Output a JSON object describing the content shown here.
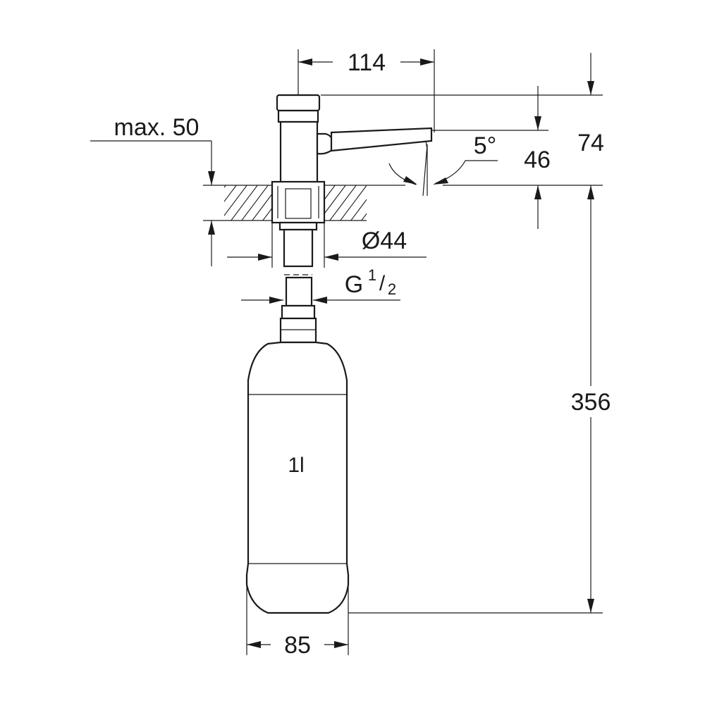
{
  "dimensions": {
    "spout_reach": "114",
    "max_thickness": "max. 50",
    "total_height_above": "74",
    "spout_height": "46",
    "spout_angle": "5°",
    "hole_diameter": "Ø44",
    "thread_main": "G",
    "thread_num": "1",
    "thread_slash": "/",
    "thread_den": "2",
    "below_counter": "356",
    "bottle_width": "85"
  },
  "bottle": {
    "volume": "1l"
  }
}
